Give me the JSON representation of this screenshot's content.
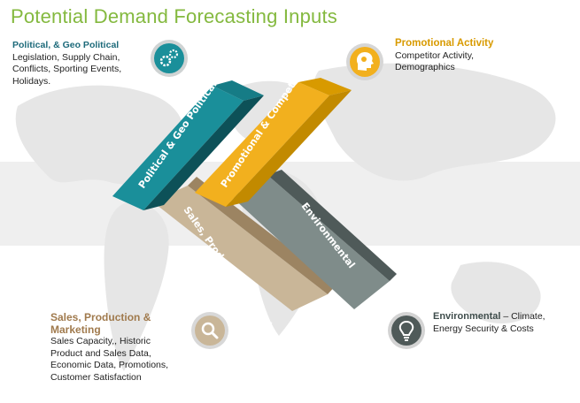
{
  "title": "Potential Demand Forecasting Inputs",
  "political": {
    "heading": "Political, & Geo Political",
    "text_lines": [
      "Legislation, Supply Chain,",
      "Conflicts, Sporting Events,",
      "Holidays."
    ],
    "bar_label": "Political & Geo Political",
    "icon": "gears-icon",
    "color": "#1a8f9a"
  },
  "promotional": {
    "heading": "Promotional Activity",
    "text_lines": [
      "Competitor Activity,",
      "Demographics"
    ],
    "bar_label": "Promotional & Competitor",
    "icon": "head-gears-icon",
    "color": "#f2b01e"
  },
  "sales": {
    "heading_lines": [
      "Sales, Production &",
      "Marketing"
    ],
    "text_lines": [
      "Sales Capacity,, Historic",
      "Product and Sales Data,",
      "Economic Data, Promotions,",
      "Customer Satisfaction"
    ],
    "bar_label": "Sales, Production, Marketing",
    "icon": "magnifier-icon",
    "color": "#c9b698"
  },
  "environmental": {
    "heading": "Environmental",
    "heading_rest": " – Climate,",
    "text_lines": [
      "Energy Security  & Costs"
    ],
    "bar_label": "Environmental",
    "icon": "lightbulb-icon",
    "color": "#7f8c8a"
  }
}
